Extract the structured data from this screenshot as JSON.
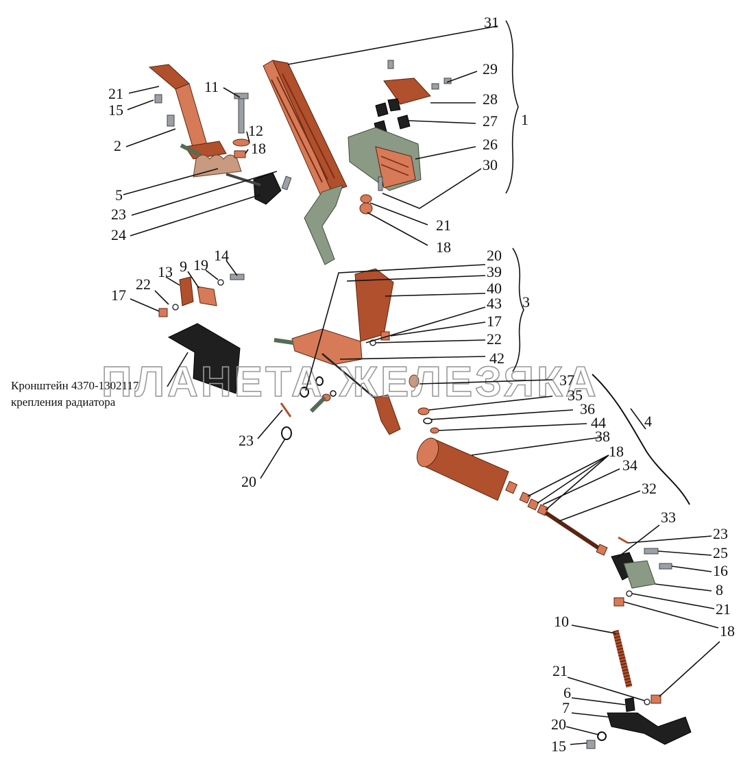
{
  "caption": {
    "line1": "Кронштейн 4370-1302117",
    "line2": "крепления радиатора"
  },
  "watermark": "ПЛАНЕТА ЖЕЛЕЗЯКА",
  "callouts": [
    "31",
    "29",
    "28",
    "27",
    "1",
    "26",
    "30",
    "21",
    "18",
    "21",
    "15",
    "2",
    "11",
    "12",
    "18",
    "5",
    "23",
    "24",
    "14",
    "13",
    "9",
    "19",
    "22",
    "17",
    "20",
    "39",
    "40",
    "43",
    "3",
    "17",
    "22",
    "42",
    "37",
    "35",
    "36",
    "44",
    "38",
    "18",
    "34",
    "4",
    "32",
    "23",
    "20",
    "33",
    "23",
    "25",
    "16",
    "8",
    "21",
    "18",
    "10",
    "21",
    "6",
    "7",
    "20",
    "15"
  ],
  "colors": {
    "rust": "#b0502c",
    "grey": "#8b9a84",
    "dark": "#1f1f1f",
    "watermark": "#9a9a9a"
  }
}
